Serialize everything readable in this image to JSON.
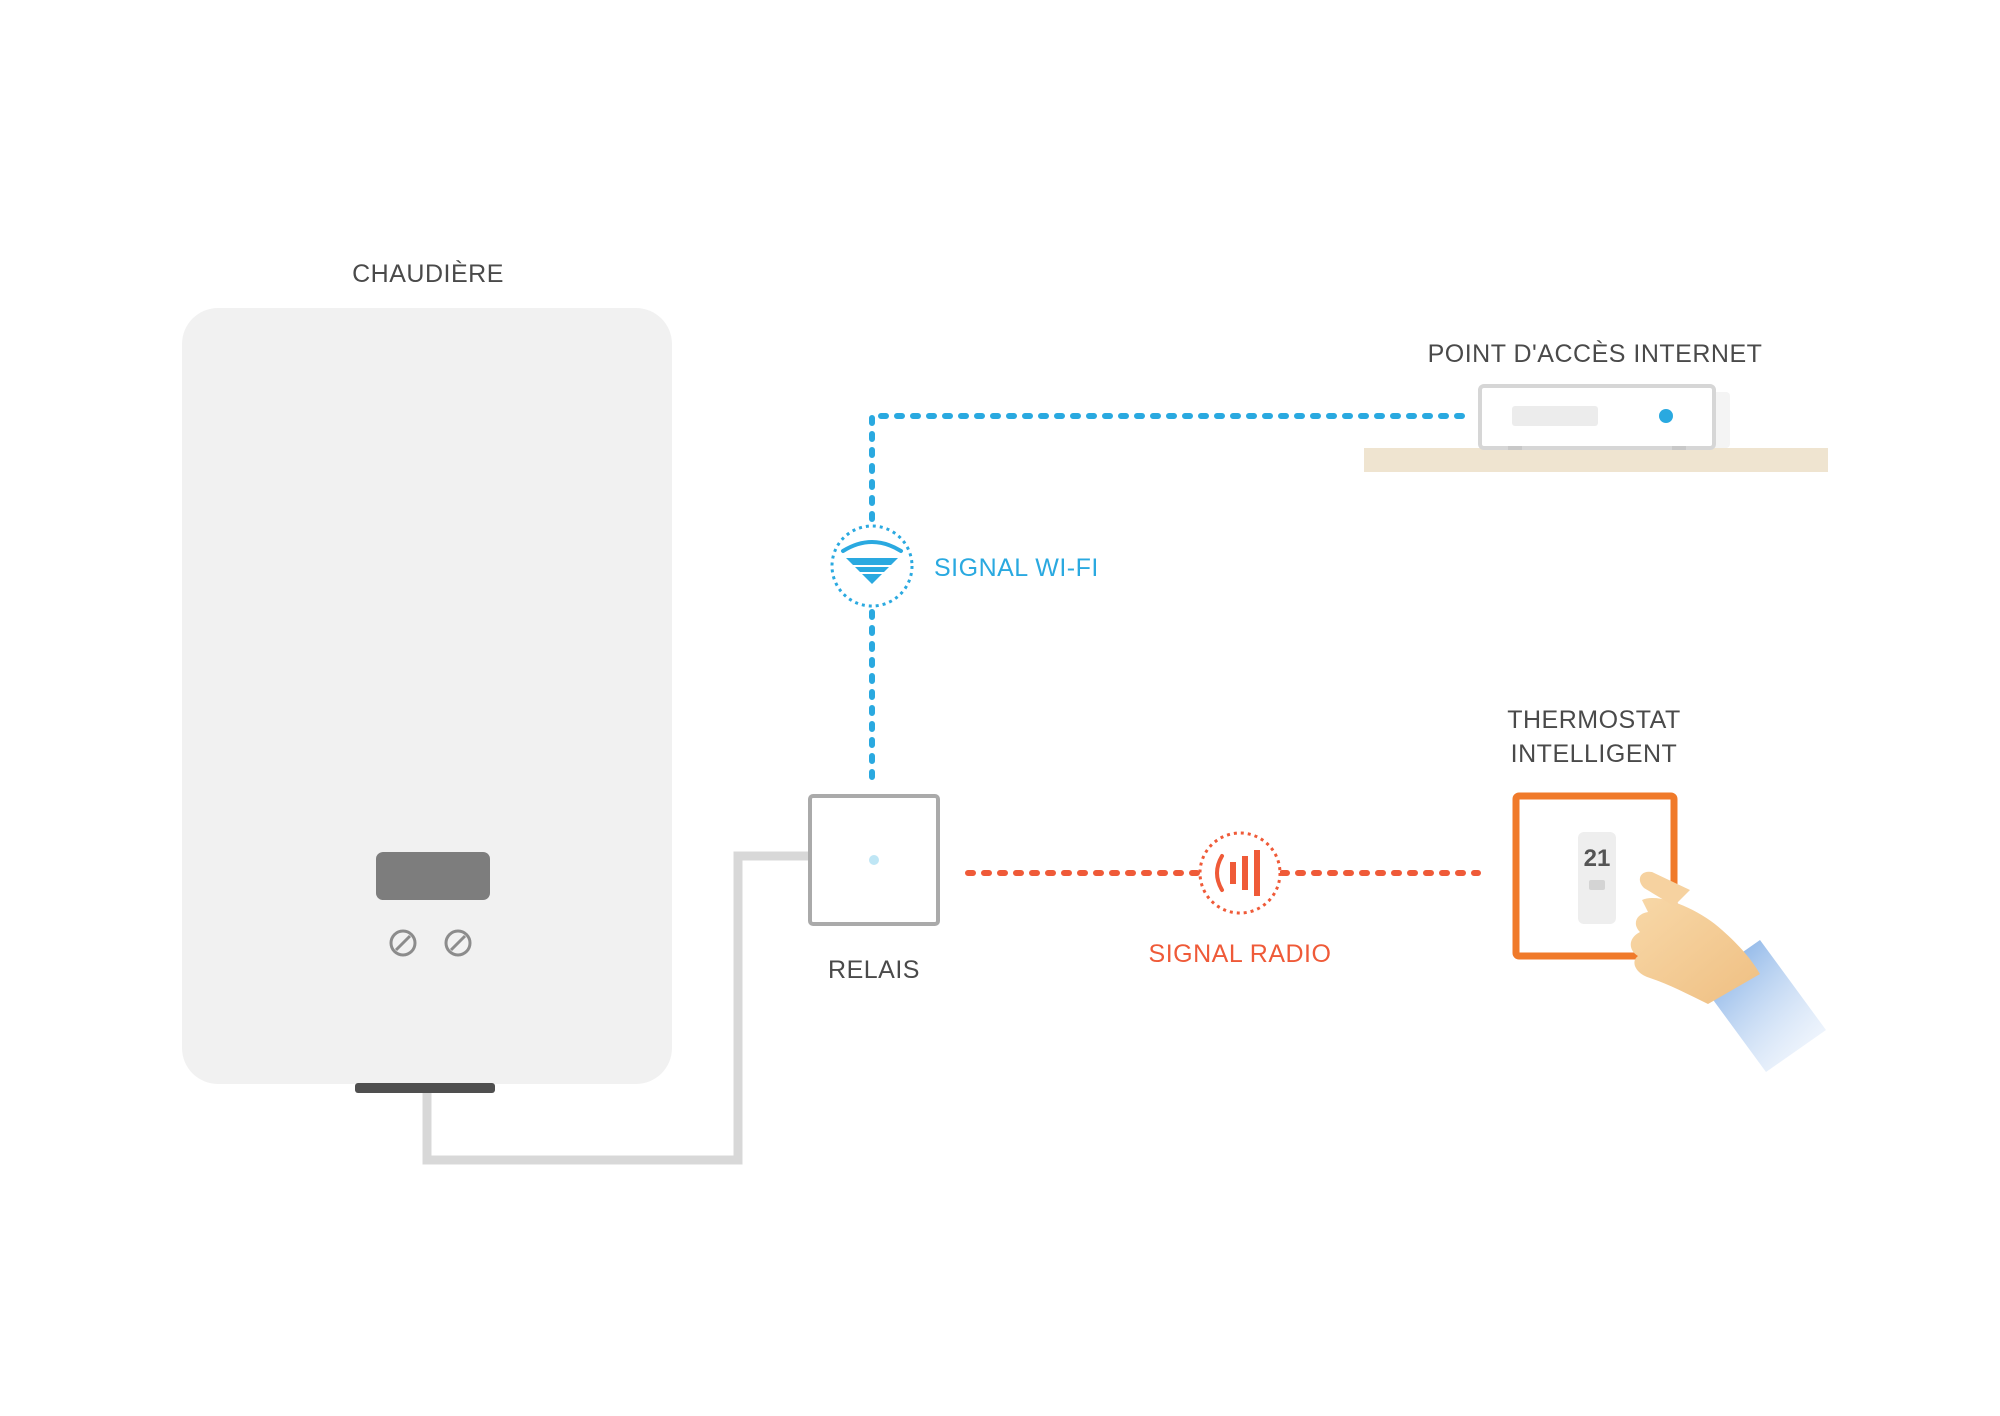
{
  "labels": {
    "boiler": "CHAUDIÈRE",
    "access_point": "POINT D'ACCÈS INTERNET",
    "wifi_signal": "SIGNAL WI-FI",
    "relay": "RELAIS",
    "radio_signal": "SIGNAL RADIO",
    "thermostat_line1": "THERMOSTAT",
    "thermostat_line2": "INTELLIGENT"
  },
  "thermostat_display": "21",
  "colors": {
    "wifi": "#2aa9e0",
    "radio": "#ef5a38",
    "thermostat_frame": "#f07a2a",
    "boiler_body": "#f1f1f1",
    "boiler_display": "#7d7d7d",
    "wire": "#d8d8d8",
    "shelf": "#efe4d0"
  },
  "icons": {
    "wifi": "wifi-icon",
    "radio": "radio-wave-icon",
    "hand": "pointing-hand-icon",
    "knob": "knob-icon"
  }
}
